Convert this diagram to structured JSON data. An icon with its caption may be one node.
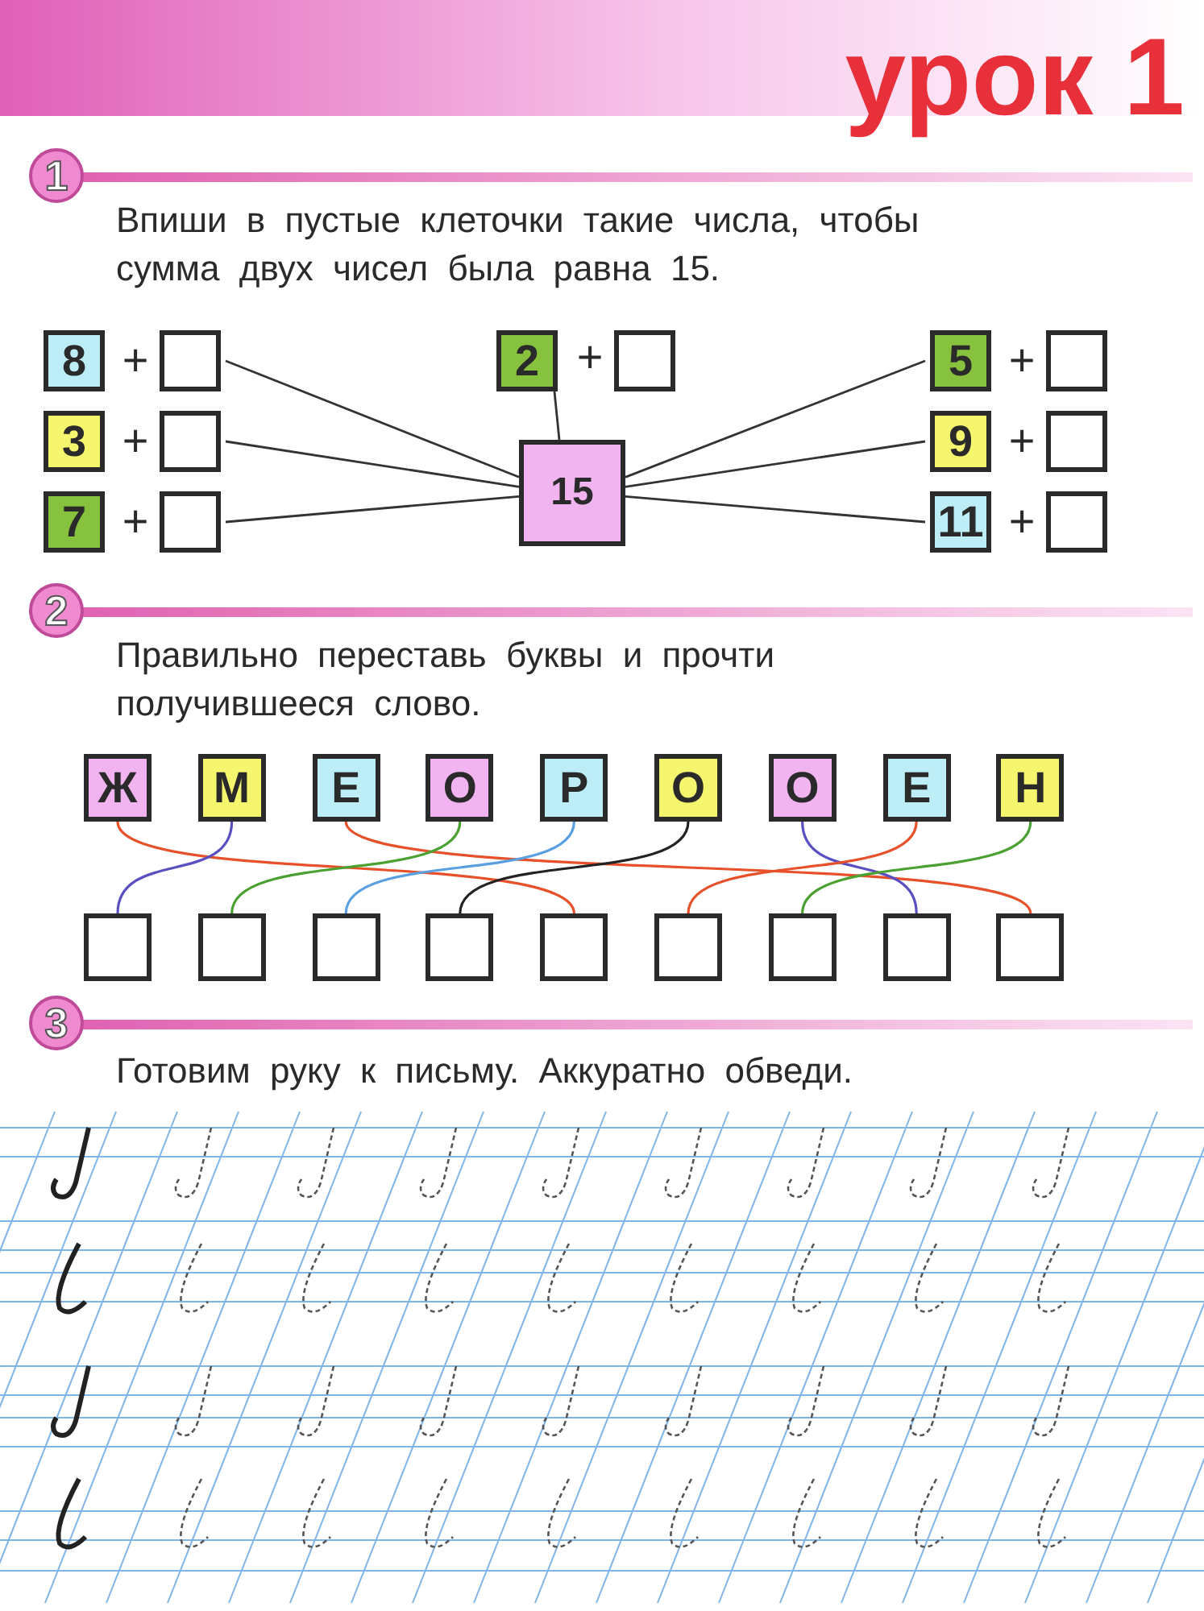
{
  "diagram": {
    "title": "урок 1",
    "nodes": [
      {
        "text": [
          "8"
        ]
      },
      {
        "text": [],
        "shape": "box"
      },
      {
        "text": [
          "3"
        ]
      },
      {
        "text": [],
        "shape": "box"
      },
      {
        "text": [
          "7"
        ]
      },
      {
        "text": [],
        "shape": "box"
      },
      {
        "text": [
          "2"
        ]
      },
      {
        "text": [],
        "shape": "box"
      },
      {
        "text": [
          "15"
        ]
      },
      {
        "text": [
          "5"
        ]
      },
      {
        "text": [],
        "shape": "box"
      },
      {
        "text": [
          "9"
        ]
      },
      {
        "text": [],
        "shape": "box"
      },
      {
        "text": [
          "11"
        ]
      },
      {
        "text": [],
        "shape": "box"
      },
      {
        "text": [
          "Ж"
        ]
      },
      {
        "text": [
          "М"
        ]
      },
      {
        "text": [
          "Е"
        ]
      },
      {
        "text": [
          "О"
        ]
      },
      {
        "text": [
          "Р"
        ]
      },
      {
        "text": [
          "О"
        ]
      },
      {
        "text": [
          "О"
        ]
      },
      {
        "text": [
          "Е"
        ]
      },
      {
        "text": [
          "Н"
        ]
      },
      {
        "text": [],
        "shape": "box"
      },
      {
        "text": [],
        "shape": "box"
      },
      {
        "text": [],
        "shape": "box"
      },
      {
        "text": [],
        "shape": "box"
      },
      {
        "text": [],
        "shape": "box"
      },
      {
        "text": [],
        "shape": "box"
      },
      {
        "text": [],
        "shape": "box"
      },
      {
        "text": [],
        "shape": "box"
      },
      {
        "text": [],
        "shape": "box"
      }
    ],
    "edges": [
      {
        "from": 1,
        "to": 8,
        "arrow": "none"
      },
      {
        "from": 3,
        "to": 8,
        "arrow": "none"
      },
      {
        "from": 5,
        "to": 8,
        "arrow": "none"
      },
      {
        "from": 6,
        "to": 8,
        "arrow": "none"
      },
      {
        "from": 9,
        "to": 8,
        "arrow": "none"
      },
      {
        "from": 11,
        "to": 8,
        "arrow": "none"
      },
      {
        "from": 13,
        "to": 8,
        "arrow": "none"
      },
      {
        "from": 15,
        "to": 28,
        "arrow": "none",
        "color": "#e8502a"
      },
      {
        "from": 16,
        "to": 24,
        "arrow": "none",
        "color": "#5a4fc0"
      },
      {
        "from": 17,
        "to": 32,
        "arrow": "none",
        "color": "#e8502a"
      },
      {
        "from": 18,
        "to": 25,
        "arrow": "none",
        "color": "#4aa030"
      },
      {
        "from": 19,
        "to": 26,
        "arrow": "none",
        "color": "#5aa0e0"
      },
      {
        "from": 20,
        "to": 27,
        "arrow": "none",
        "color": "#222222"
      },
      {
        "from": 21,
        "to": 31,
        "arrow": "none",
        "color": "#5a4fc0"
      },
      {
        "from": 22,
        "to": 29,
        "arrow": "none",
        "color": "#e8502a"
      },
      {
        "from": 23,
        "to": 30,
        "arrow": "none",
        "color": "#4aa030"
      }
    ],
    "labels": [
      "1",
      "Впиши в пустые клеточки такие числа, чтобы сумма двух чисел была равна 15.",
      "+",
      "+",
      "+",
      "+",
      "+",
      "+",
      "+",
      "2",
      "Правильно переставь буквы и прочти получившееся слово.",
      "3",
      "Готовим руку к письму. Аккуратно обведи."
    ]
  }
}
